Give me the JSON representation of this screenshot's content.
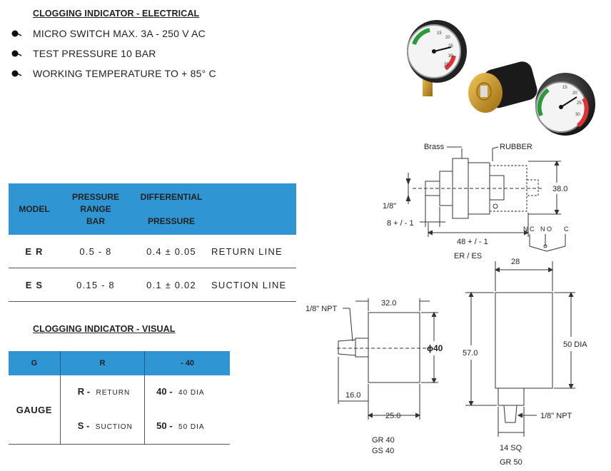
{
  "electrical": {
    "heading": "CLOGGING INDICATOR  - ELECTRICAL",
    "bullets": [
      "MICRO SWITCH MAX.  3A  -  250 V AC",
      "TEST PRESSURE 10 BAR",
      "WORKING TEMPERATURE TO + 85° C"
    ]
  },
  "table1": {
    "headers": {
      "model": "MODEL",
      "pressure_range_1": "PRESSURE",
      "pressure_range_2": "RANGE",
      "pressure_range_3": "BAR",
      "differential_1": "DIFFERENTIAL",
      "differential_2": "PRESSURE"
    },
    "rows": [
      {
        "model": "E R",
        "range": "0.5  -  8",
        "differential": "0.4  ±  0.05",
        "line": "RETURN LINE"
      },
      {
        "model": "E S",
        "range": "0.15 -  8",
        "differential": "0.1  ±  0.02",
        "line": "SUCTION LINE"
      }
    ]
  },
  "visual": {
    "heading": "CLOGGING INDICATOR  - VISUAL",
    "headers": [
      "G",
      "R",
      "- 40"
    ],
    "row_label": "GAUGE",
    "options": [
      {
        "code": "R -",
        "name": "RETURN",
        "size": "40 -",
        "size_desc": "40  DIA"
      },
      {
        "code": "S -",
        "name": "SUCTION",
        "size": "50 -",
        "size_desc": "50  DIA"
      }
    ]
  },
  "drawing_er_es": {
    "brass": "Brass",
    "rubber": "RUBBER",
    "dim_38": "38.0",
    "thread": "1/8\"",
    "dim_8": "8 + / - 1",
    "dim_48": "48 + / - 1",
    "caption": "ER / ES",
    "nc": "N C",
    "no": "N O",
    "c": "C"
  },
  "drawing_gr40": {
    "npt": "1/8\" NPT",
    "dim_32": "32.0",
    "dia_40": "40",
    "dim_16": "16.0",
    "dim_25": "25.0",
    "caption_1": "GR 40",
    "caption_2": "GS 40"
  },
  "drawing_gr50": {
    "dim_28": "28",
    "dim_50dia": "50 DIA",
    "dim_57": "57.0",
    "npt": "1/8\" NPT",
    "sq": "14 SQ",
    "caption": "GR 50"
  },
  "photo": {
    "dial_scale_left": [
      "15",
      "20",
      "25",
      "30",
      "35"
    ],
    "dial_scale_right": [
      "15",
      "20",
      "25",
      "30"
    ]
  }
}
